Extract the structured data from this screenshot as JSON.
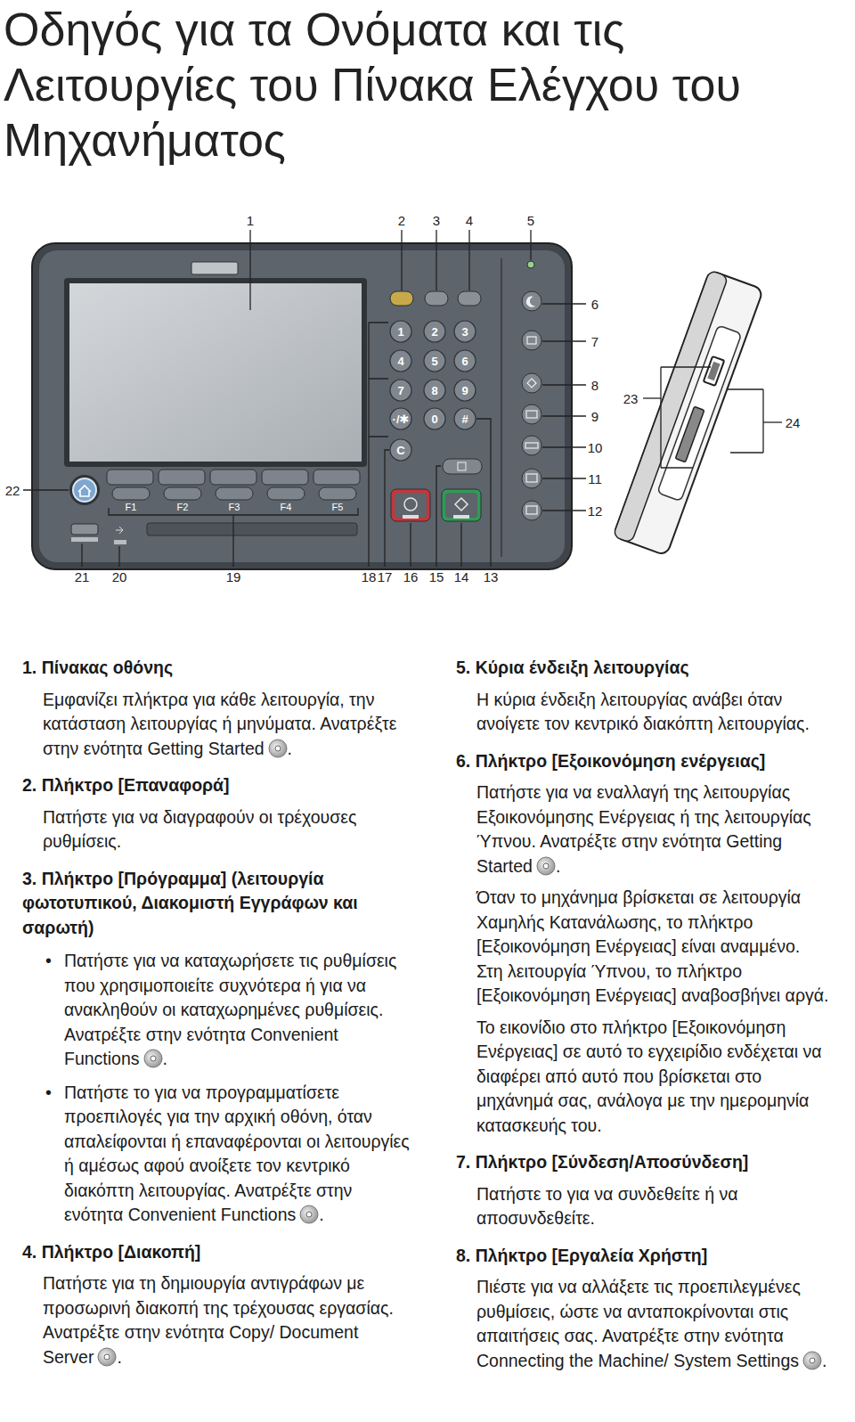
{
  "diagram": {
    "title": "Οδηγός για τα Ονόματα και τις Λειτουργίες του Πίνακα Ελέγχου του Μηχανήματος",
    "labels": [
      "1",
      "2",
      "3",
      "4",
      "5",
      "6",
      "7",
      "8",
      "9",
      "10",
      "11",
      "12",
      "23",
      "24",
      "22",
      "21",
      "20",
      "19",
      "18",
      "17",
      "16",
      "15",
      "14",
      "13",
      "1",
      "2",
      "3",
      "4",
      "5",
      "6",
      "7",
      "8",
      "9",
      "·/✱",
      "0",
      "#",
      "C",
      "F1",
      "F2",
      "F3",
      "F4",
      "F5",
      "1. Πίνακας οθόνης",
      "Εμφανίζει πλήκτρα για κάθε λειτουργία, την κατάσταση λειτουργίας ή μηνύματα. Ανατρέξτε στην ενότητα Getting Started",
      ".",
      "2. Πλήκτρο [Επαναφορά]",
      "Πατήστε για να διαγραφούν οι τρέχουσες ρυθμίσεις.",
      "3. Πλήκτρο [Πρόγραμμα] (λειτουργία φωτοτυπικού, Διακομιστή Εγγράφων και σαρωτή)",
      "•",
      "Πατήστε για να καταχωρήσετε τις ρυθμίσεις που χρησιμοποιείτε συχνότερα ή για να ανακληθούν οι καταχωρημένες ρυθμίσεις. Ανατρέξτε στην ενότητα Convenient Functions",
      ".",
      "•",
      "Πατήστε το για να προγραμματίσετε προεπιλογές για την αρχική οθόνη, όταν απαλείφονται ή επαναφέρονται οι λειτουργίες ή αμέσως αφού ανοίξετε τον κεντρικό διακόπτη λειτουργίας. Ανατρέξτε στην ενότητα Convenient Functions",
      ".",
      "4. Πλήκτρο [Διακοπή]",
      "Πατήστε για τη δημιουργία αντιγράφων με προσωρινή διακοπή της τρέχουσας εργασίας. Ανατρέξτε στην ενότητα Copy/ Document Server",
      ".",
      "5. Κύρια ένδειξη λειτουργίας",
      "Η κύρια ένδειξη λειτουργίας ανάβει όταν ανοίγετε τον κεντρικό διακόπτη λειτουργίας.",
      "6. Πλήκτρο [Εξοικονόμηση ενέργειας]",
      "Πατήστε για να εναλλαγή της λειτουργίας Εξοικονόμησης Ενέργειας ή της λειτουργίας Ύπνου. Ανατρέξτε στην ενότητα Getting Started",
      ".",
      "Όταν το μηχάνημα βρίσκεται σε λειτουργία Χαμηλής Κατανάλωσης, το πλήκτρο [Εξοικονόμηση Ενέργειας] είναι αναμμένο. Στη λειτουργία Ύπνου, το πλήκτρο [Εξοικονόμηση Ενέργειας] αναβοσβήνει αργά.",
      "Το εικονίδιο στο πλήκτρο [Εξοικονόμηση Ενέργειας] σε αυτό το εγχειρίδιο ενδέχεται να διαφέρει από αυτό που βρίσκεται στο μηχάνημά σας, ανάλογα με την ημερομηνία κατασκευής του.",
      "7. Πλήκτρο [Σύνδεση/Αποσύνδεση]",
      "Πατήστε το για να συνδεθείτε ή να αποσυνδεθείτε.",
      "8. Πλήκτρο [Εργαλεία Χρήστη]",
      "Πιέστε για να αλλάξετε τις προεπιλεγμένες ρυθμίσεις, ώστε να ανταποκρίνονται στις απαιτήσεις σας. Ανατρέξτε στην ενότητα Connecting the Machine/ System Settings",
      "."
    ]
  }
}
